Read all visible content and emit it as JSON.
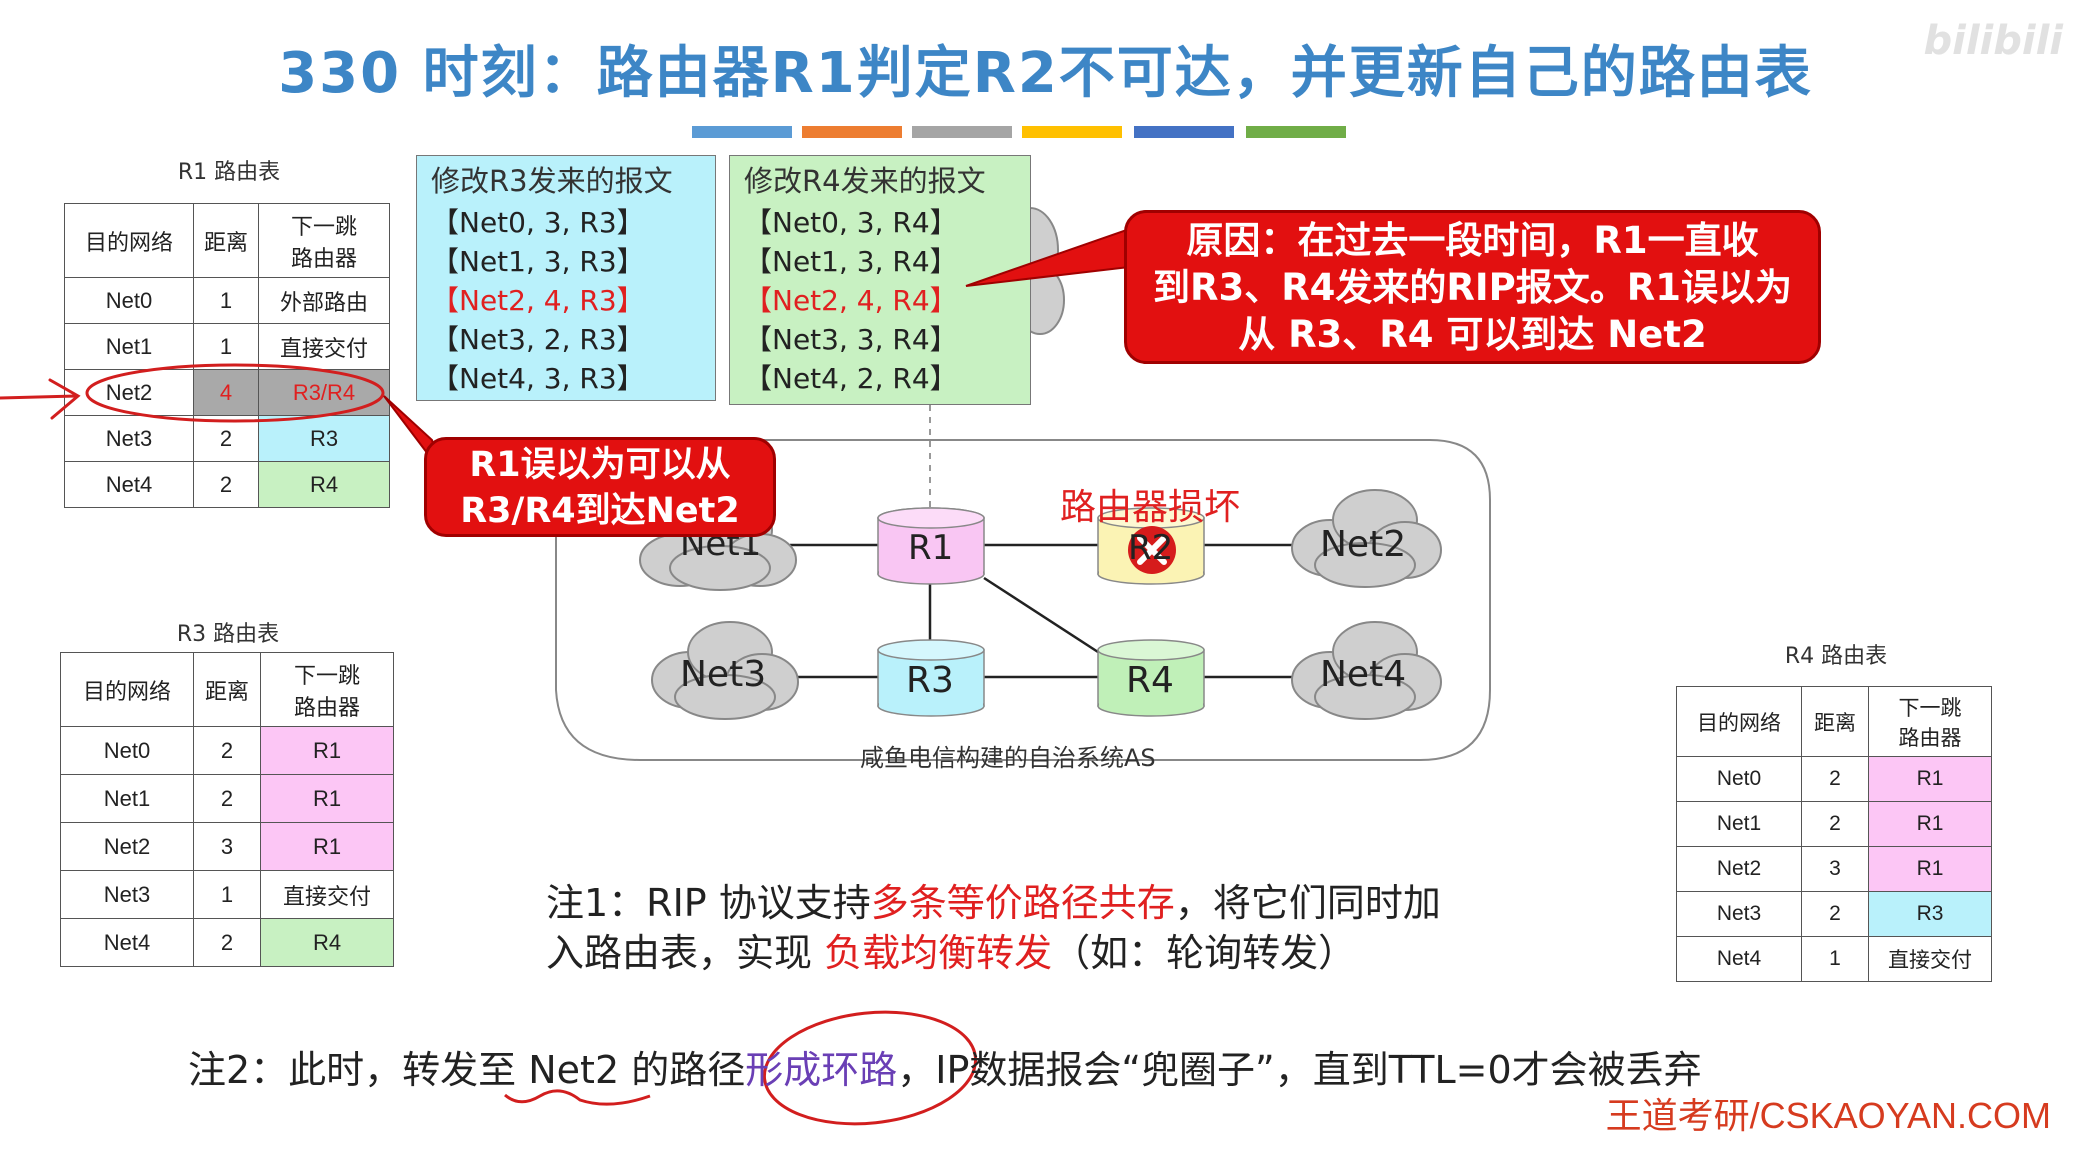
{
  "title": "330 时刻：路由器R1判定R2不可达，并更新自己的路由表",
  "watermark": "bilibili",
  "color_bar": [
    "#5b9bd5",
    "#ed7d31",
    "#a5a5a5",
    "#ffc000",
    "#4472c4",
    "#70ad47"
  ],
  "r1_table": {
    "caption": "R1 路由表",
    "headers": [
      "目的网络",
      "距离",
      "下一跳\n路由器"
    ],
    "rows": [
      [
        "Net0",
        "1",
        "外部路由"
      ],
      [
        "Net1",
        "1",
        "直接交付"
      ],
      [
        "Net2",
        "4",
        "R3/R4"
      ],
      [
        "Net3",
        "2",
        "R3"
      ],
      [
        "Net4",
        "2",
        "R4"
      ]
    ]
  },
  "r3_table": {
    "caption": "R3 路由表",
    "headers": [
      "目的网络",
      "距离",
      "下一跳\n路由器"
    ],
    "rows": [
      [
        "Net0",
        "2",
        "R1"
      ],
      [
        "Net1",
        "2",
        "R1"
      ],
      [
        "Net2",
        "3",
        "R1"
      ],
      [
        "Net3",
        "1",
        "直接交付"
      ],
      [
        "Net4",
        "2",
        "R4"
      ]
    ]
  },
  "r4_table": {
    "caption": "R4 路由表",
    "headers": [
      "目的网络",
      "距离",
      "下一跳\n路由器"
    ],
    "rows": [
      [
        "Net0",
        "2",
        "R1"
      ],
      [
        "Net1",
        "2",
        "R1"
      ],
      [
        "Net2",
        "3",
        "R1"
      ],
      [
        "Net3",
        "2",
        "R3"
      ],
      [
        "Net4",
        "1",
        "直接交付"
      ]
    ]
  },
  "msg_r3": {
    "header": "修改R3发来的报文",
    "lines": [
      "【Net0, 3, R3】",
      "【Net1, 3, R3】",
      "【Net2, 4, R3】",
      "【Net3, 2, R3】",
      "【Net4, 3, R3】"
    ]
  },
  "msg_r4": {
    "header": "修改R4发来的报文",
    "lines": [
      "【Net0, 3, R4】",
      "【Net1, 3, R4】",
      "【Net2, 4, R4】",
      "【Net3, 3, R4】",
      "【Net4, 2, R4】"
    ]
  },
  "callout_reason": {
    "lines": [
      "原因：在过去一段时间，R1一直收",
      "到R3、R4发来的RIP报文。R1误以为",
      "从 R3、R4 可以到达 Net2"
    ]
  },
  "callout_mistake": {
    "lines": [
      "R1误以为可以从",
      "R3/R4到达Net2"
    ]
  },
  "topology": {
    "as_label": "咸鱼电信构建的自治系统AS",
    "broken_label": "路由器损坏",
    "routers": {
      "r1": "R1",
      "r2": "R2",
      "r3": "R3",
      "r4": "R4"
    },
    "nets": {
      "net1": "Net1",
      "net2": "Net2",
      "net3": "Net3",
      "net4": "Net4"
    }
  },
  "note1": {
    "prefix": "注1：RIP 协议支持",
    "hl1": "多条等价路径共存",
    "mid": "，将它们同时加",
    "line2_prefix": "入路由表，实现 ",
    "hl2": "负载均衡转发",
    "suffix": "（如：轮询转发）"
  },
  "note2": {
    "prefix": "注2：此时，转发至 Net2 的路径",
    "hl": "形成环路",
    "suffix": "，IP数据报会“兜圈子”，直到TTL=0才会被丢弃"
  },
  "footer": "王道考研/CSKAOYAN.COM"
}
